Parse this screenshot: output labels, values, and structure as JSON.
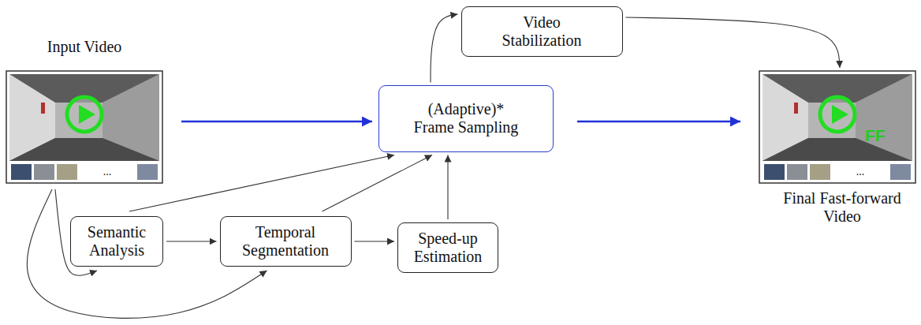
{
  "diagram": {
    "nodes": [
      {
        "text": [
          "Input Video"
        ]
      },
      {
        "text": [
          "Video Stabilization"
        ]
      },
      {
        "text": [
          "(Adaptive)* Frame Sampling"
        ]
      },
      {
        "text": [
          "FF",
          "Final Fast-forward Video"
        ]
      },
      {
        "text": [
          "Semantic Analysis"
        ]
      },
      {
        "text": [
          "Temporal Segmentation"
        ]
      },
      {
        "text": [
          "Speed-up Estimation"
        ]
      }
    ],
    "edges": [
      {
        "from": 0,
        "to": 2,
        "arrow": "to"
      },
      {
        "from": 2,
        "to": 3,
        "arrow": "to"
      },
      {
        "from": 2,
        "to": 1,
        "arrow": "to"
      },
      {
        "from": 1,
        "to": 3,
        "arrow": "to"
      },
      {
        "from": 4,
        "to": 2,
        "arrow": "to"
      },
      {
        "from": 5,
        "to": 2,
        "arrow": "to"
      },
      {
        "from": 6,
        "to": 2,
        "arrow": "to"
      },
      {
        "from": 4,
        "to": 5,
        "arrow": "to"
      },
      {
        "from": 5,
        "to": 6,
        "arrow": "to"
      },
      {
        "from": 0,
        "to": 4,
        "arrow": "to"
      },
      {
        "from": 0,
        "to": 5,
        "arrow": "to"
      }
    ],
    "labels": [
      "...",
      "..."
    ]
  }
}
